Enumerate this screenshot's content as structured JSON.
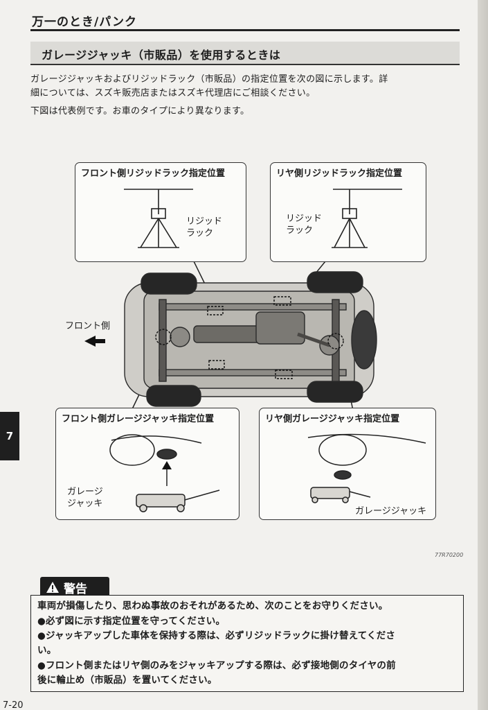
{
  "header": {
    "title": "万一のとき/パンク"
  },
  "section": {
    "title": "ガレージジャッキ（市販品）を使用するときは"
  },
  "intro": {
    "line1": "ガレージジャッキおよびリジッドラック（市販品）の指定位置を次の図に示します。詳",
    "line2": "細については、スズキ販売店またはスズキ代理店にご相談ください。",
    "line3": "下図は代表例です。お車のタイプにより異なります。"
  },
  "figure": {
    "front_rack_title": "フロント側リジッドラック指定位置",
    "rear_rack_title": "リヤ側リジッドラック指定位置",
    "rack_label_front": "リジッド\nラック",
    "rack_label_rear": "リジッド\nラック",
    "front_direction_label": "フロント側",
    "front_jack_title": "フロント側ガレージジャッキ指定位置",
    "rear_jack_title": "リヤ側ガレージジャッキ指定位置",
    "jack_label_front": "ガレージ\nジャッキ",
    "jack_label_rear": "ガレージジャッキ",
    "figure_code": "77R70200"
  },
  "side_tab": {
    "chapter": "7"
  },
  "warning": {
    "label": "警告",
    "line1": "車両が損傷したり、思わぬ事故のおそれがあるため、次のことをお守りください。",
    "line2": "●必ず図に示す指定位置を守ってください。",
    "line3": "●ジャッキアップした車体を保持する際は、必ずリジッドラックに掛け替えてくださ",
    "line4": "い。",
    "line5": "●フロント側またはリヤ側のみをジャッキアップする際は、必ず接地側のタイヤの前",
    "line6": "後に輪止め（市販品）を置いてください。"
  },
  "footer": {
    "page_number": "7-20"
  }
}
